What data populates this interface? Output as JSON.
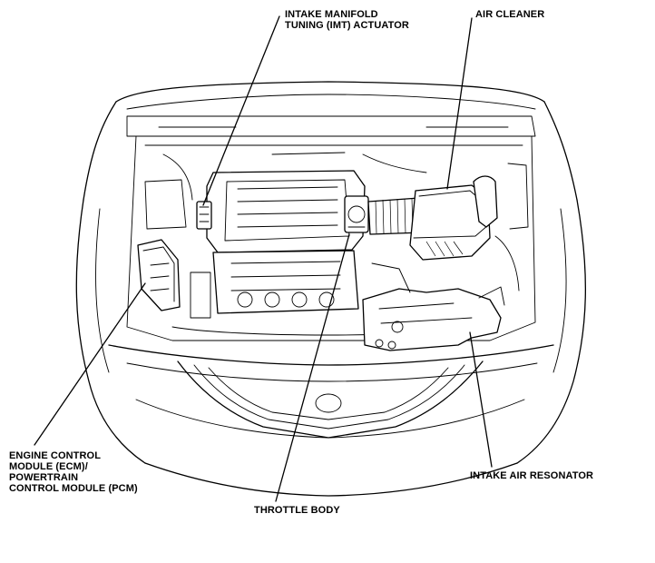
{
  "labels": {
    "imt_actuator": {
      "line1": "INTAKE MANIFOLD",
      "line2": "TUNING (IMT) ACTUATOR"
    },
    "air_cleaner": "AIR CLEANER",
    "ecm_pcm": {
      "line1": "ENGINE CONTROL",
      "line2": "MODULE (ECM)/",
      "line3": "POWERTRAIN",
      "line4": "CONTROL MODULE (PCM)"
    },
    "intake_air_resonator": "INTAKE AIR RESONATOR",
    "throttle_body": "THROTTLE BODY"
  }
}
